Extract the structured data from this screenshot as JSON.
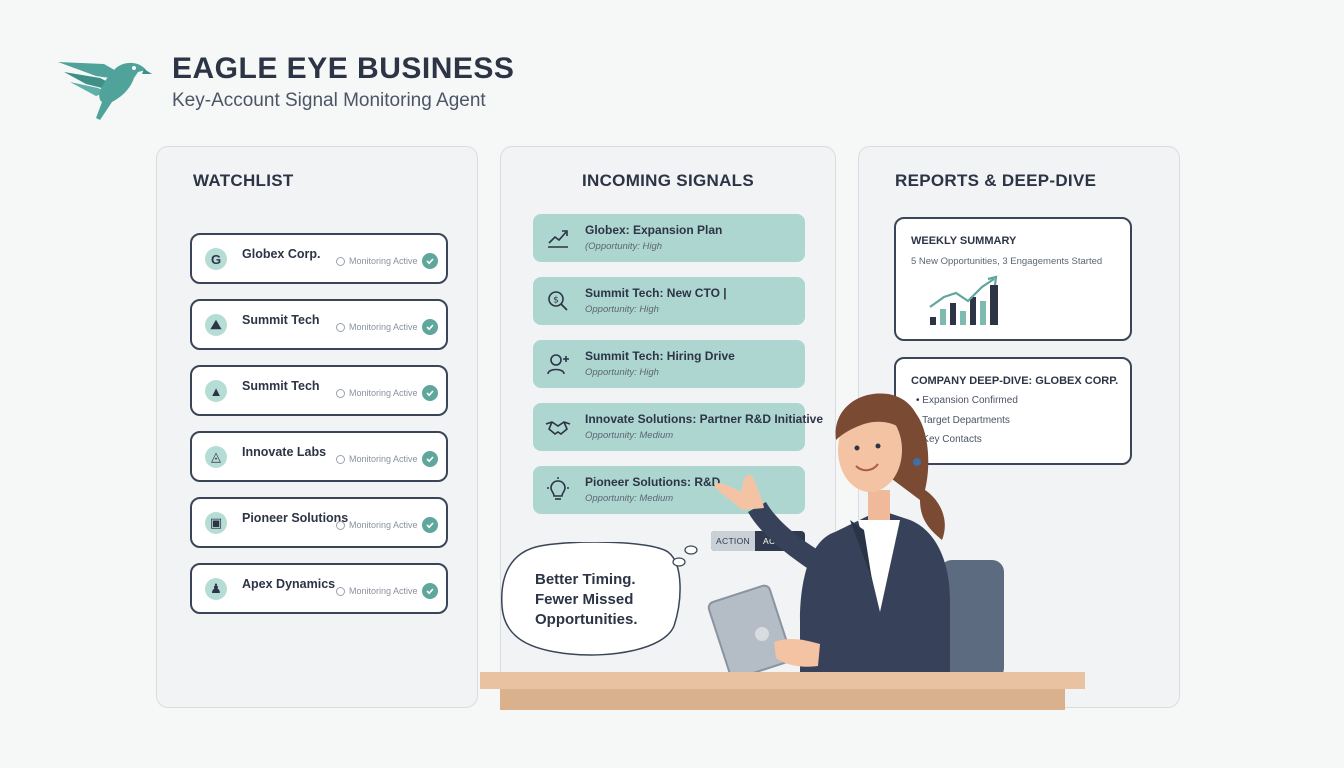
{
  "header": {
    "title": "EAGLE EYE BUSINESS",
    "subtitle": "Key-Account Signal Monitoring Agent",
    "logo_icon": "eagle-logo-icon"
  },
  "colors": {
    "accent": "#5fa79c",
    "signal_bg": "#aed6d0",
    "dark": "#2c3445",
    "panel_bg": "#f1f3f4"
  },
  "watchlist": {
    "title": "WATCHLIST",
    "items": [
      {
        "name": "Globex Corp.",
        "icon_glyph": "G",
        "icon": "globex-logo-icon",
        "status": "Monitoring Active"
      },
      {
        "name": "Summit Tech",
        "icon_glyph": "⛰",
        "icon": "mountain-icon",
        "status": "Monitoring Active"
      },
      {
        "name": "Summit Tech",
        "icon_glyph": "▲",
        "icon": "peak-icon",
        "status": "Monitoring Active"
      },
      {
        "name": "Innovate Labs",
        "icon_glyph": "◬",
        "icon": "labs-icon",
        "status": "Monitoring Active"
      },
      {
        "name": "Pioneer Solutions",
        "icon_glyph": "▣",
        "icon": "pioneer-icon",
        "status": "Monitoring Active"
      },
      {
        "name": "Apex Dynamics",
        "icon_glyph": "♟",
        "icon": "apex-icon",
        "status": "Monitoring Active"
      }
    ]
  },
  "signals": {
    "title": "INCOMING SIGNALS",
    "items": [
      {
        "title": "Globex: Expansion Plan",
        "sub": "(Opportunity: High",
        "icon": "trend-up-icon"
      },
      {
        "title": "Summit Tech: New CTO |",
        "sub": "Opportunity: High",
        "icon": "dollar-search-icon"
      },
      {
        "title": "Summit Tech: Hiring Drive",
        "sub": "Opportunity: High",
        "icon": "add-user-icon"
      },
      {
        "title": "Innovate Solutions: Partner R&D Initiative",
        "sub": "Opportunity: Medium",
        "icon": "handshake-icon"
      },
      {
        "title": "Pioneer Solutions: R&D",
        "sub": "Opportunity: Medium",
        "icon": "lightbulb-icon"
      }
    ],
    "action_left": "ACTION",
    "action_right": "ACTION"
  },
  "reports": {
    "title": "REPORTS & DEEP-DIVE",
    "weekly": {
      "title": "WEEKLY SUMMARY",
      "summary": "5 New Opportunities, 3 Engagements Started"
    },
    "deepdive": {
      "title": "COMPANY DEEP-DIVE: GLOBEX CORP.",
      "items": [
        "Expansion Confirmed",
        "Target Departments",
        "Key Contacts"
      ]
    }
  },
  "bubble": {
    "lines": [
      "Better Timing.",
      "Fewer Missed",
      "Opportunities."
    ]
  }
}
